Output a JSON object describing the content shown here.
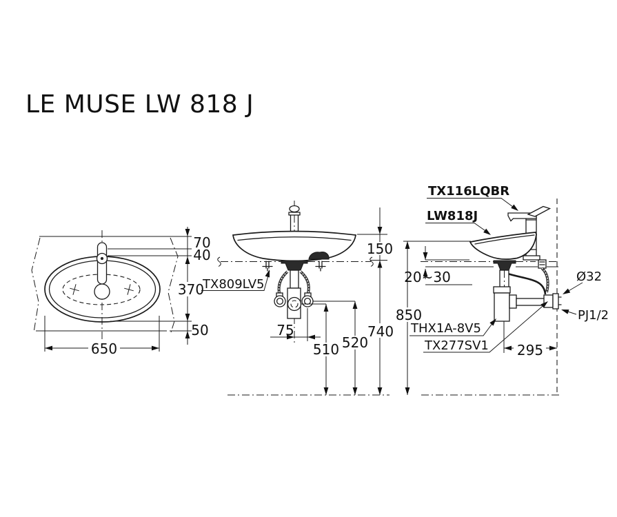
{
  "title": "LE MUSE LW 818 J",
  "plan": {
    "d70": "70",
    "d40": "40",
    "d370": "370",
    "d50": "50",
    "d650": "650"
  },
  "front": {
    "drain_label": "TX809LV5",
    "d150": "150",
    "d75": "75",
    "d510": "510",
    "d520": "520",
    "d740": "740"
  },
  "side": {
    "faucet_label": "TX116LQBR",
    "basin_label": "LW818J",
    "trap_label": "THX1A-8V5",
    "valve_label": "TX277SV1",
    "dia_label": "Ø32",
    "joint_label": "PJ1/2",
    "d2030": "20~30",
    "d850": "850",
    "d295": "295"
  }
}
